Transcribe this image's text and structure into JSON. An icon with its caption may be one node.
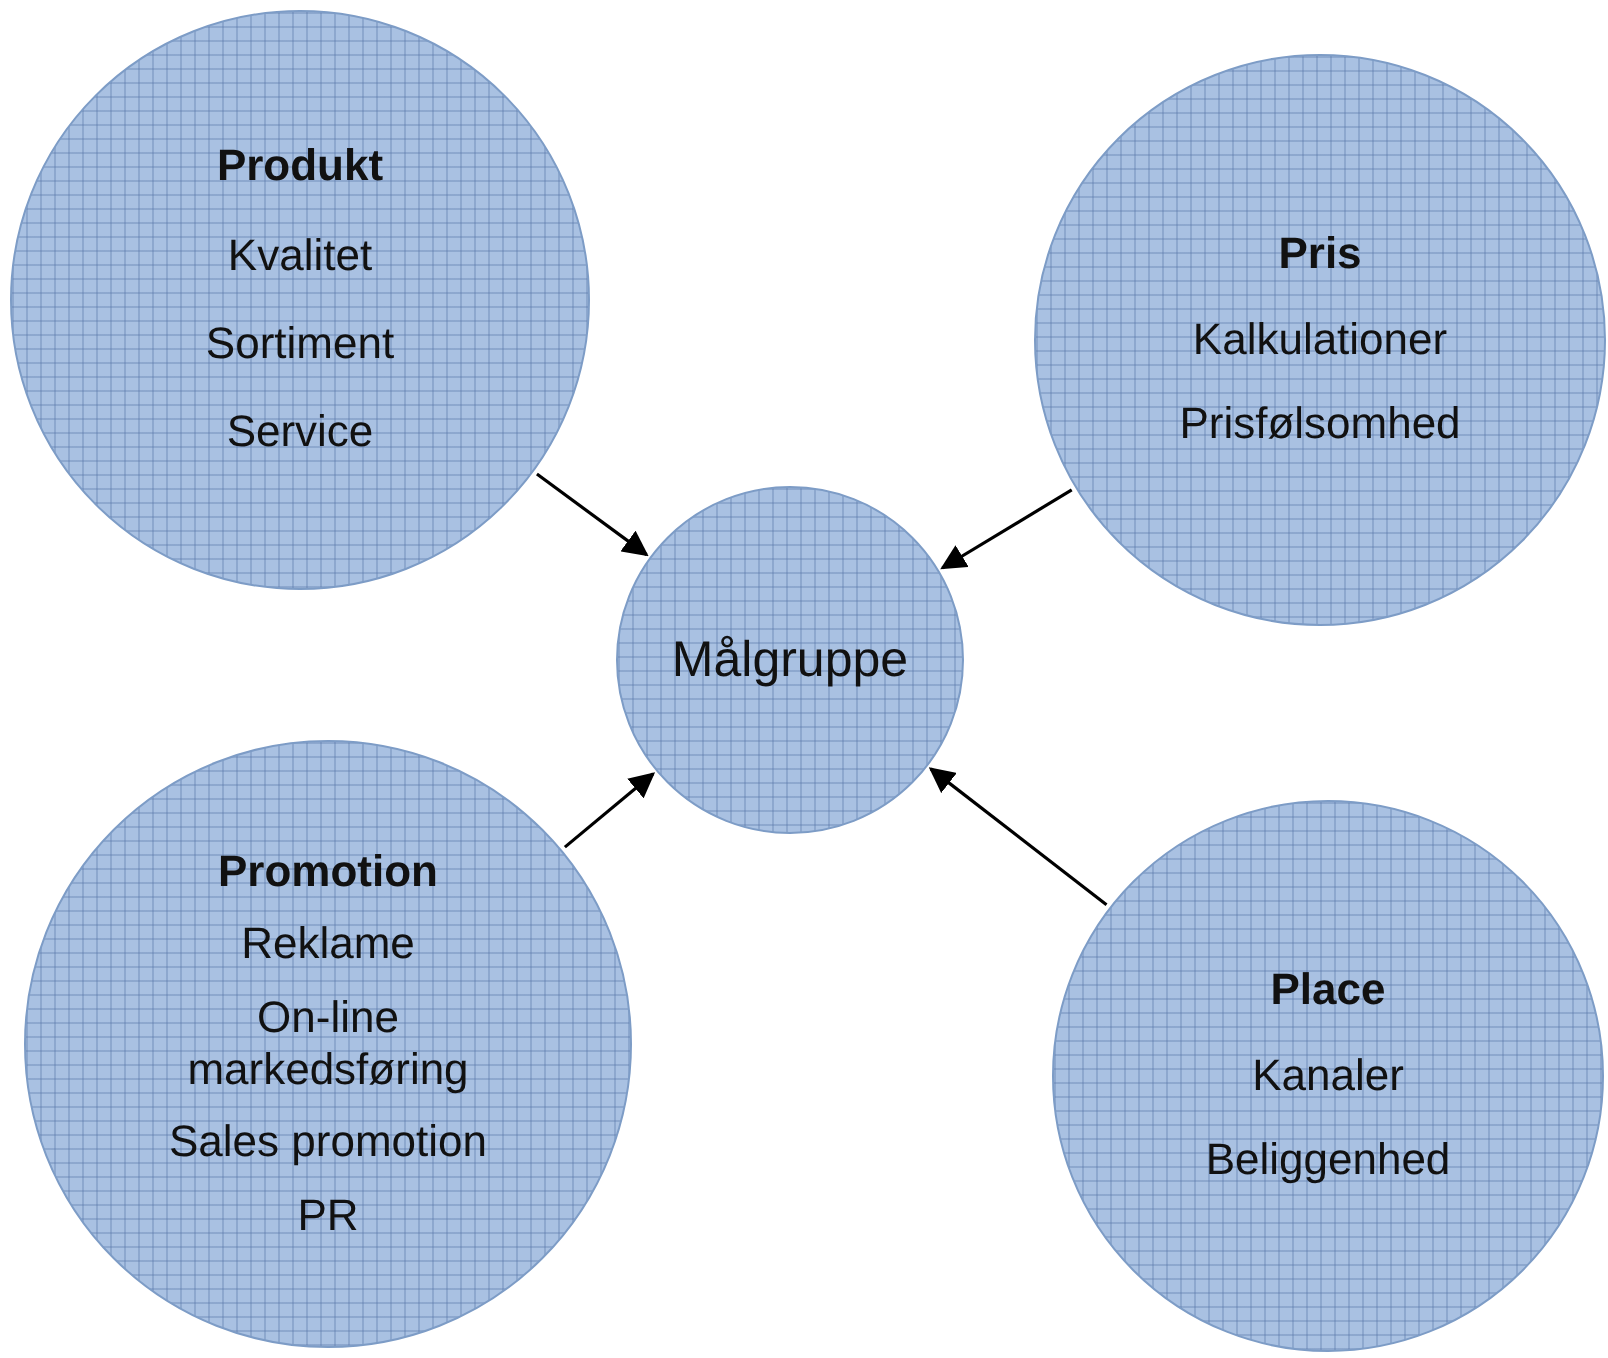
{
  "diagram": {
    "nodes": [
      {
        "text": [
          "Produkt",
          "Kvalitet",
          "Sortiment",
          "Service"
        ]
      },
      {
        "text": [
          "Pris",
          "Kalkulationer",
          "Prisfølsomhed"
        ]
      },
      {
        "text": [
          "Målgruppe"
        ]
      },
      {
        "text": [
          "Promotion",
          "Reklame",
          "On-line markedsføring",
          "Sales promotion",
          "PR"
        ]
      },
      {
        "text": [
          "Place",
          "Kanaler",
          "Beliggenhed"
        ]
      }
    ],
    "edges": [
      {
        "from": 0,
        "to": 2,
        "arrow": "to"
      },
      {
        "from": 1,
        "to": 2,
        "arrow": "to"
      },
      {
        "from": 3,
        "to": 2,
        "arrow": "to"
      },
      {
        "from": 4,
        "to": 2,
        "arrow": "to"
      }
    ]
  }
}
